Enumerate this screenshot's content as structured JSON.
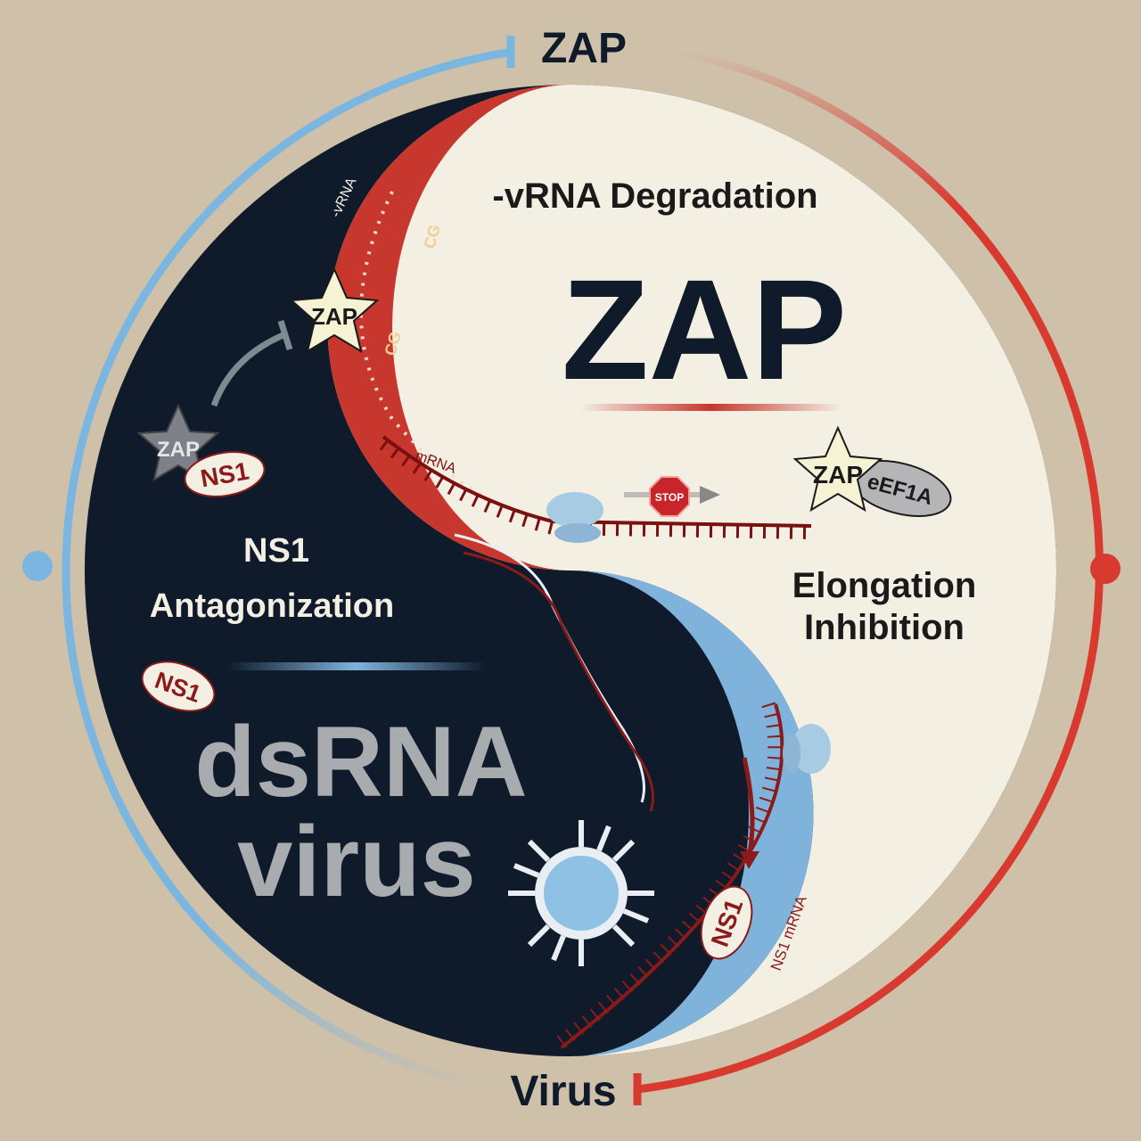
{
  "colors": {
    "background": "#cfc0a9",
    "dark": "#0f1b2a",
    "cream": "#f4efe3",
    "red": "#c8372d",
    "blue": "#7fb3dc",
    "ring_red": "#d93a30",
    "ring_blue": "#7ab6e0",
    "dark_red": "#8b1a1a"
  },
  "top_label": "ZAP",
  "bottom_label": "Virus",
  "right": {
    "process": "-vRNA Degradation",
    "title": "ZAP",
    "elongation_line1": "Elongation",
    "elongation_line2": "Inhibition",
    "zap_star": "ZAP",
    "eef1a": "eEF1A",
    "stop": "STOP"
  },
  "left": {
    "ns1_line1": "NS1",
    "ns1_line2": "Antagonization",
    "title_line1": "dsRNA",
    "title_line2": "virus",
    "zap_star_bound": "ZAP",
    "ns1_bound": "NS1",
    "ns1_free": "NS1",
    "zap_star_active": "ZAP"
  },
  "strands": {
    "vrna": "-vRNA",
    "cg1": "CG",
    "cg2": "CG",
    "mrna": "mRNA",
    "ns1_mrna": "NS1 mRNA",
    "ns1_protein": "NS1"
  }
}
